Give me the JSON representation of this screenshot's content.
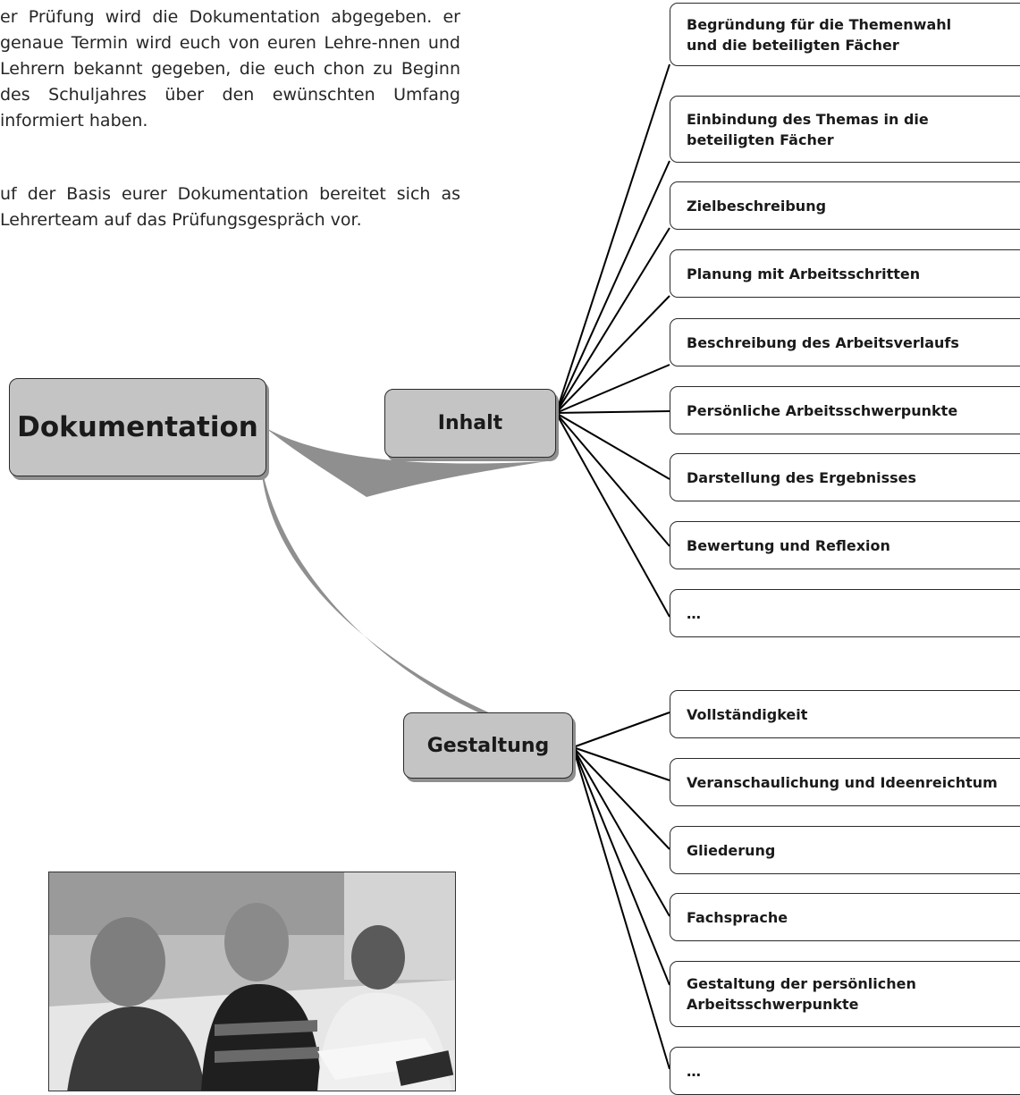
{
  "text": {
    "paragraph_1": "er Prüfung wird die Dokumentation abgegeben. er genaue Termin wird euch von euren Lehre-nnen und Lehrern bekannt gegeben, die euch chon zu Beginn des Schuljahres über den ewünschten Umfang informiert haben.",
    "paragraph_2": "uf der Basis eurer Dokumentation bereitet sich as Lehrerteam auf das Prüfungsgespräch vor."
  },
  "mindmap": {
    "root": "Dokumentation",
    "branches": [
      {
        "label": "Inhalt",
        "items": [
          "Begründung für die Themenwahl\nund die beteiligten Fächer",
          "Einbindung des Themas in die\nbeteiligten Fächer",
          "Zielbeschreibung",
          "Planung mit Arbeitsschritten",
          "Beschreibung des Arbeitsverlaufs",
          "Persönliche Arbeitsschwerpunkte",
          "Darstellung des Ergebnisses",
          "Bewertung und Reflexion",
          "…"
        ]
      },
      {
        "label": "Gestaltung",
        "items": [
          "Vollständigkeit",
          "Veranschaulichung und Ideenreichtum",
          "Gliederung",
          "Fachsprache",
          "Gestaltung der persönlichen\nArbeitsschwerpunkte",
          "…"
        ]
      }
    ]
  },
  "colors": {
    "hub_fill": "#c4c4c4",
    "ribbon": "#8f8f8f",
    "line": "#000000"
  }
}
